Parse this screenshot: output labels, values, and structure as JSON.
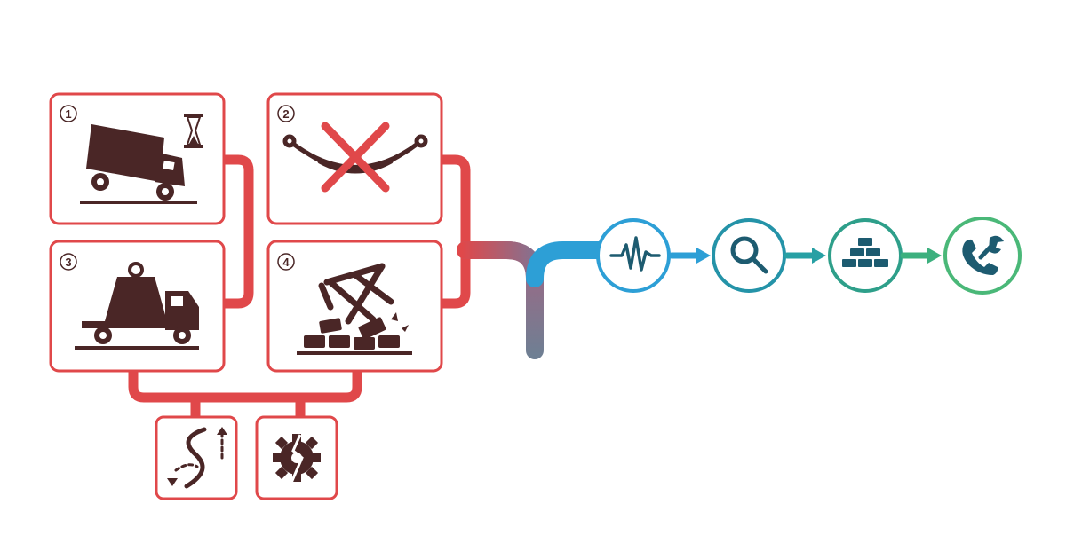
{
  "colors": {
    "red": "#e0484a",
    "dark": "#4a2626",
    "blue": "#2d9fd6",
    "teal": "#1f8f96",
    "green": "#4ab878",
    "slate": "#7f7f93"
  },
  "panels": [
    {
      "number": "1",
      "icon": "tilted-truck-hourglass-icon"
    },
    {
      "number": "2",
      "icon": "leaf-spring-crossed-icon"
    },
    {
      "number": "3",
      "icon": "truck-heavy-weight-icon"
    },
    {
      "number": "4",
      "icon": "scissor-jack-bricks-icon"
    }
  ],
  "small_panels": [
    {
      "icon": "winding-road-icon"
    },
    {
      "icon": "broken-gear-icon"
    }
  ],
  "steps": [
    {
      "icon": "pulse-waveform-icon",
      "color": "#2d9fd6"
    },
    {
      "icon": "magnifier-icon",
      "color": "#22919e"
    },
    {
      "icon": "brick-stack-icon",
      "color": "#2c9a8a"
    },
    {
      "icon": "phone-wrench-icon",
      "color": "#4ab878"
    }
  ]
}
